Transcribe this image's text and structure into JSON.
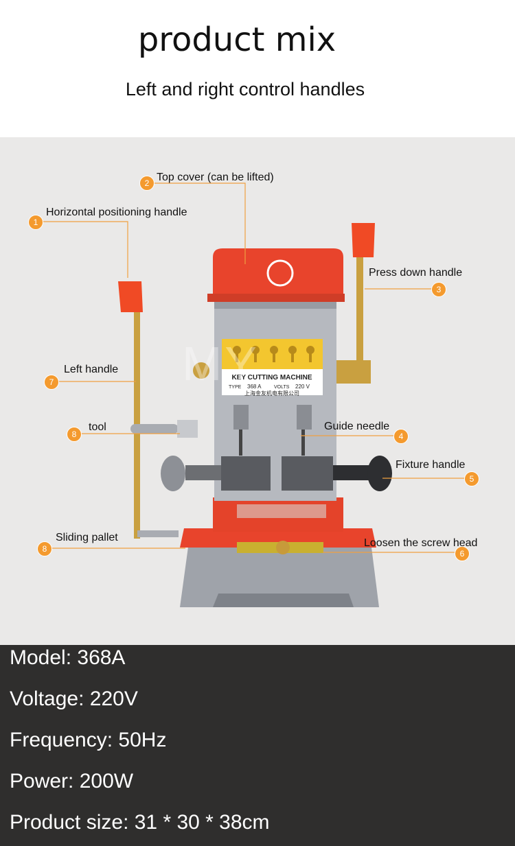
{
  "header": {
    "title": "product mix",
    "subtitle": "Left and right control handles"
  },
  "machine_panel": {
    "plate_title": "KEY CUTTING MACHINE",
    "type_label": "TYPE",
    "type_value": "368 A",
    "volts_label": "VOLTS",
    "volts_value": "220 V",
    "maker_text": "上海金友机电有限公司",
    "watermark": "MY"
  },
  "callouts": [
    {
      "number": "1",
      "label": "Horizontal positioning handle"
    },
    {
      "number": "2",
      "label": "Top cover (can be lifted)"
    },
    {
      "number": "3",
      "label": "Press down handle"
    },
    {
      "number": "7",
      "label": "Left handle"
    },
    {
      "number": "8",
      "label": "tool"
    },
    {
      "number": "4",
      "label": "Guide needle"
    },
    {
      "number": "5",
      "label": "Fixture handle"
    },
    {
      "number": "8",
      "label": "Sliding pallet"
    },
    {
      "number": "6",
      "label": "Loosen the screw head"
    }
  ],
  "colors": {
    "badge": "#f49a2e",
    "machine_red": "#e8442c",
    "machine_grey": "#a9acb3",
    "specs_background": "#2f2e2d"
  },
  "specs": [
    "Model: 368A",
    "Voltage: 220V",
    "Frequency: 50Hz",
    "Power: 200W",
    "Product size: 31 * 30 * 38cm"
  ]
}
